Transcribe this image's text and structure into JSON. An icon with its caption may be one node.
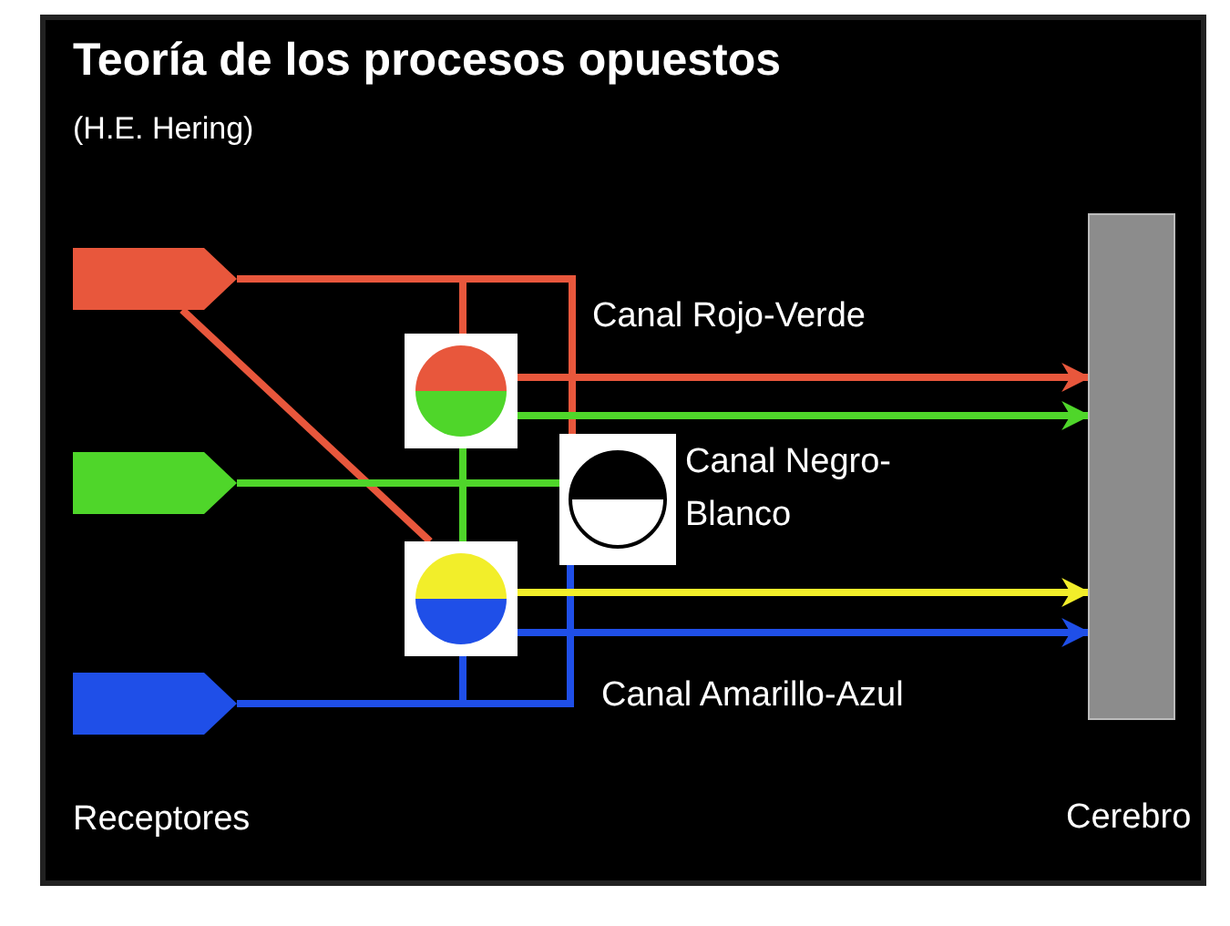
{
  "diagram": {
    "title": "Teoría de los procesos opuestos",
    "nodes": [
      {
        "text": [],
        "shape": "pentagon"
      },
      {
        "text": [],
        "shape": "pentagon"
      },
      {
        "text": [],
        "shape": "pentagon"
      },
      {
        "text": [],
        "shape": "box"
      },
      {
        "text": [],
        "shape": "box",
        "beside": [
          "Canal Negro-Blanco"
        ]
      },
      {
        "text": [],
        "shape": "box"
      },
      {
        "text": [],
        "shape": "bar",
        "beside": [
          "Cerebro"
        ]
      }
    ],
    "edges": [
      {
        "from": 0,
        "to": 3,
        "arrow": "none",
        "color": "#e8573c"
      },
      {
        "from": 0,
        "to": 4,
        "arrow": "none",
        "color": "#e8573c"
      },
      {
        "from": 0,
        "to": 5,
        "arrow": "none",
        "color": "#e8573c"
      },
      {
        "from": 1,
        "to": 3,
        "arrow": "none",
        "color": "#4fd62a"
      },
      {
        "from": 1,
        "to": 4,
        "arrow": "none",
        "color": "#4fd62a"
      },
      {
        "from": 1,
        "to": 5,
        "arrow": "none",
        "color": "#4fd62a"
      },
      {
        "from": 2,
        "to": 4,
        "arrow": "none",
        "color": "#1f4fe8"
      },
      {
        "from": 2,
        "to": 5,
        "arrow": "none",
        "color": "#1f4fe8"
      },
      {
        "from": 3,
        "to": 6,
        "arrow": "to",
        "color": "#e8573c"
      },
      {
        "from": 3,
        "to": 6,
        "arrow": "to",
        "color": "#4fd62a"
      },
      {
        "from": 5,
        "to": 6,
        "arrow": "to",
        "color": "#f2ee2a"
      },
      {
        "from": 5,
        "to": 6,
        "arrow": "to",
        "color": "#1f4fe8"
      }
    ],
    "labels": [
      "(H.E. Hering)",
      "Canal Rojo-Verde",
      "Canal Amarillo-Azul",
      "Receptores"
    ]
  }
}
